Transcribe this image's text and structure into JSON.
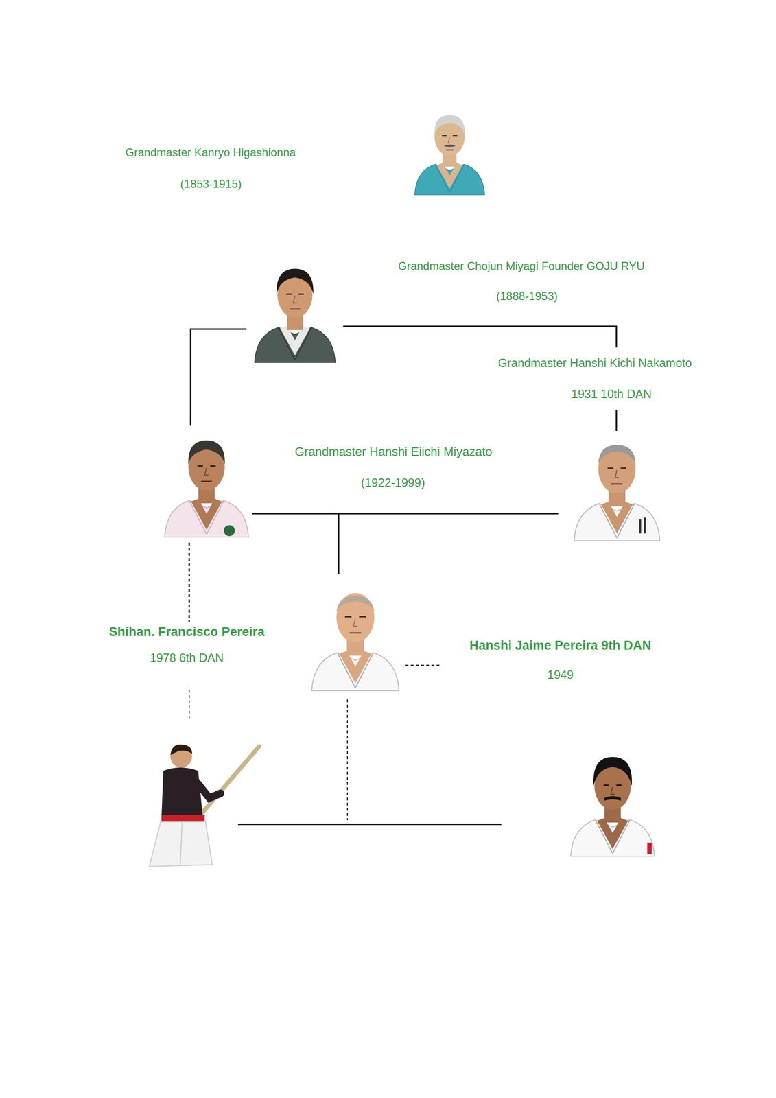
{
  "diagram": {
    "nodes": [
      {
        "text": [
          "Grandmaster Kanryo Higashionna",
          "(1853-1915)"
        ]
      },
      {
        "text": [
          "Grandmaster Chojun Miyagi Founder GOJU RYU",
          "(1888-1953)"
        ]
      },
      {
        "text": [
          "Grandmaster Hanshi Kichi Nakamoto",
          "1931 10th DAN"
        ]
      },
      {
        "text": [
          "Grandmaster Hanshi Eiichi Miyazato",
          "(1922-1999)"
        ]
      },
      {
        "text": [
          "Shihan. Francisco Pereira",
          "1978 6th DAN"
        ]
      },
      {
        "text": [
          "Hanshi Jaime Pereira 9th DAN",
          "1949"
        ]
      }
    ],
    "edges": [
      {
        "from": 1,
        "to": 3,
        "arrow": "none"
      },
      {
        "from": 1,
        "to": 2,
        "arrow": "none"
      },
      {
        "from": 3,
        "to": 2,
        "arrow": "none"
      },
      {
        "from": 3,
        "to": 5,
        "arrow": "none"
      },
      {
        "from": 2,
        "to": 5,
        "arrow": "none"
      },
      {
        "from": 3,
        "to": 4,
        "arrow": "none"
      }
    ]
  }
}
